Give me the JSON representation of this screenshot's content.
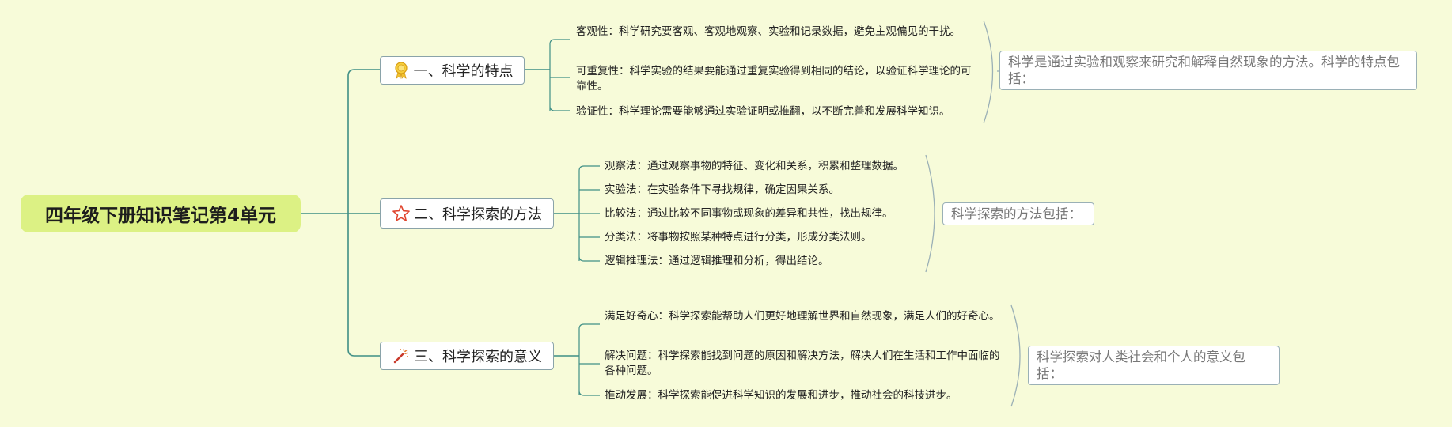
{
  "root": {
    "title": "四年级下册知识笔记第4单元"
  },
  "branches": [
    {
      "label": "一、科学的特点",
      "icon": "award-ribbon-icon",
      "items": [
        "客观性：科学研究要客观、客观地观察、实验和记录数据，避免主观偏见的干扰。",
        "可重复性：科学实验的结果要能通过重复实验得到相同的结论，以验证科学理论的可靠性。",
        "验证性：科学理论需要能够通过实验证明或推翻，以不断完善和发展科学知识。"
      ],
      "summary": "科学是通过实验和观察来研究和解释自然现象的方法。科学的特点包括："
    },
    {
      "label": "二、科学探索的方法",
      "icon": "star-outline-icon",
      "items": [
        "观察法：通过观察事物的特征、变化和关系，积累和整理数据。",
        "实验法：在实验条件下寻找规律，确定因果关系。",
        "比较法：通过比较不同事物或现象的差异和共性，找出规律。",
        "分类法：将事物按照某种特点进行分类，形成分类法则。",
        "逻辑推理法：通过逻辑推理和分析，得出结论。"
      ],
      "summary": "科学探索的方法包括："
    },
    {
      "label": "三、科学探索的意义",
      "icon": "magic-wand-icon",
      "items": [
        "满足好奇心：科学探索能帮助人们更好地理解世界和自然现象，满足人们的好奇心。",
        "解决问题：科学探索能找到问题的原因和解决方法，解决人们在生活和工作中面临的各种问题。",
        "推动发展：科学探索能促进科学知识的发展和进步，推动社会的科技进步。"
      ],
      "summary": "科学探索对人类社会和个人的意义包括："
    }
  ],
  "colors": {
    "background": "#f7fbd9",
    "root_fill": "#dcf184",
    "line": "#3f8f86",
    "bracket": "#9bb0b6"
  }
}
